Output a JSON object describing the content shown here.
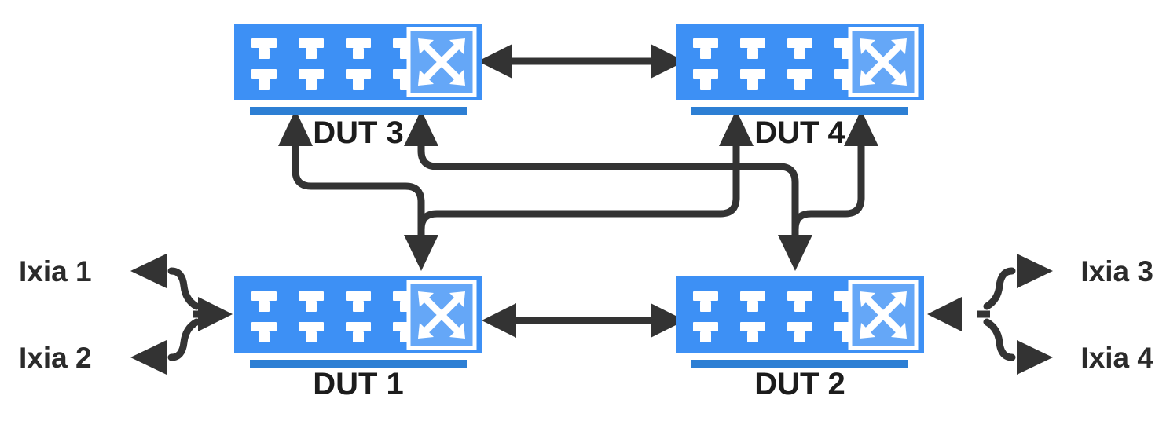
{
  "diagram": {
    "title": "Four DUT switch test topology",
    "colors": {
      "switch_body": "#3d90f5",
      "switch_base": "#2d7fd4",
      "badge_fill": "#65a7f7",
      "port_white": "#ffffff",
      "link_stroke": "#333333",
      "label_text": "#1c1c1c",
      "background": "#ffffff"
    }
  },
  "devices": [
    {
      "id": "dut3",
      "label": "DUT 3",
      "position": "top-left",
      "ports": 8,
      "badge_icon": "switch-crossover-icon",
      "label_flanked_by_arrows": true
    },
    {
      "id": "dut4",
      "label": "DUT 4",
      "position": "top-right",
      "ports": 8,
      "badge_icon": "switch-crossover-icon",
      "label_flanked_by_arrows": true
    },
    {
      "id": "dut1",
      "label": "DUT 1",
      "position": "bottom-left",
      "ports": 8,
      "badge_icon": "switch-crossover-icon",
      "label_flanked_by_arrows": false
    },
    {
      "id": "dut2",
      "label": "DUT 2",
      "position": "bottom-right",
      "ports": 8,
      "badge_icon": "switch-crossover-icon",
      "label_flanked_by_arrows": false
    }
  ],
  "endpoints": [
    {
      "id": "ixia1",
      "label": "Ixia 1",
      "side": "left",
      "row": "top"
    },
    {
      "id": "ixia2",
      "label": "Ixia 2",
      "side": "left",
      "row": "bottom"
    },
    {
      "id": "ixia3",
      "label": "Ixia 3",
      "side": "right",
      "row": "top"
    },
    {
      "id": "ixia4",
      "label": "Ixia 4",
      "side": "right",
      "row": "bottom"
    }
  ],
  "links": [
    {
      "id": "link-dut3-dut4",
      "from": "dut3",
      "to": "dut4",
      "style": "bidirectional",
      "routing": "horizontal"
    },
    {
      "id": "link-dut1-dut2",
      "from": "dut1",
      "to": "dut2",
      "style": "bidirectional",
      "routing": "horizontal"
    },
    {
      "id": "link-dut1-dut3",
      "from": "dut1",
      "to": "dut3",
      "style": "bidirectional",
      "routing": "elbow"
    },
    {
      "id": "link-dut1-dut4",
      "from": "dut1",
      "to": "dut4",
      "style": "bidirectional",
      "routing": "crossing"
    },
    {
      "id": "link-dut2-dut3",
      "from": "dut2",
      "to": "dut3",
      "style": "bidirectional",
      "routing": "crossing"
    },
    {
      "id": "link-dut2-dut4",
      "from": "dut2",
      "to": "dut4",
      "style": "bidirectional",
      "routing": "elbow"
    },
    {
      "id": "link-ixia1-dut1",
      "from": "ixia1",
      "to": "dut1",
      "style": "bidirectional",
      "routing": "fork"
    },
    {
      "id": "link-ixia2-dut1",
      "from": "ixia2",
      "to": "dut1",
      "style": "bidirectional",
      "routing": "fork"
    },
    {
      "id": "link-ixia3-dut2",
      "from": "dut2",
      "to": "ixia3",
      "style": "bidirectional",
      "routing": "fork"
    },
    {
      "id": "link-ixia4-dut2",
      "from": "dut2",
      "to": "ixia4",
      "style": "bidirectional",
      "routing": "fork"
    }
  ]
}
